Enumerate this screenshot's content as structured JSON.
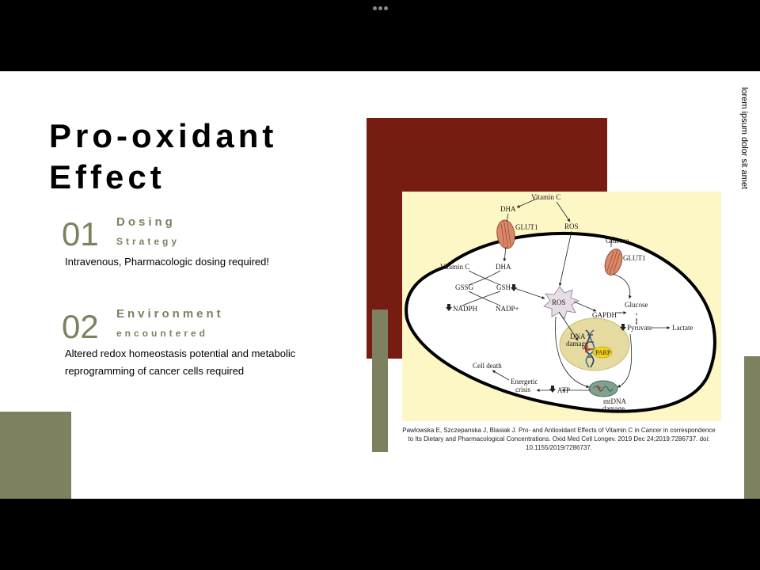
{
  "slide": {
    "title": [
      "Pro-oxidant",
      "Effect"
    ],
    "side_text": "lorem ipsum dolor sit amet",
    "items": [
      {
        "number": "01",
        "label_line1": "Dosing",
        "label_line2": "Strategy",
        "description": [
          "Intravenous, Pharmacologic dosing required!"
        ]
      },
      {
        "number": "02",
        "label_line1": "Environment",
        "label_line2": "encountered",
        "description": [
          "Altered redox homeostasis potential and metabolic",
          "reprogramming of cancer cells required"
        ]
      }
    ],
    "citation": [
      "Pawlowska E, Szczepanska J, Blasiak J. Pro- and Antioxidant Effects of Vitamin C in Cancer in correspondence",
      "to Its Dietary and Pharmacological Concentrations. Oxid Med Cell Longev. 2019 Dec 24;2019:7286737. doi:",
      "10.1155/2019/7286737."
    ]
  },
  "diagram": {
    "vitamin_c_top": "Vitamin C",
    "dha_top": "DHA",
    "ros_top": "ROS",
    "glut1_left": "GLUT1",
    "glucose_top": "Glucose",
    "glut1_right": "GLUT1",
    "vitamin_c_inner": "Vitamin C",
    "dha_inner": "DHA",
    "gssg": "GSSG",
    "gsh": "GSH",
    "nadph": "NADPH",
    "nadp": "NADP+",
    "ros_center": "ROS",
    "gapdh": "GAPDH",
    "glucose_inner": "Glucose",
    "pyruvate": "Pyruvate",
    "lactate": "Lactate",
    "dna_damage": [
      "DNA",
      "damage"
    ],
    "parp": "PARP",
    "cell_death": "Cell death",
    "energetic_crisis": [
      "Energetic",
      "crisis"
    ],
    "atp": "ATP",
    "mtdna_damage": [
      "mtDNA",
      "damage"
    ]
  },
  "colors": {
    "olive": "#7d8160",
    "dark_red": "#761c12",
    "figure_bg": "#fdf6c5"
  }
}
